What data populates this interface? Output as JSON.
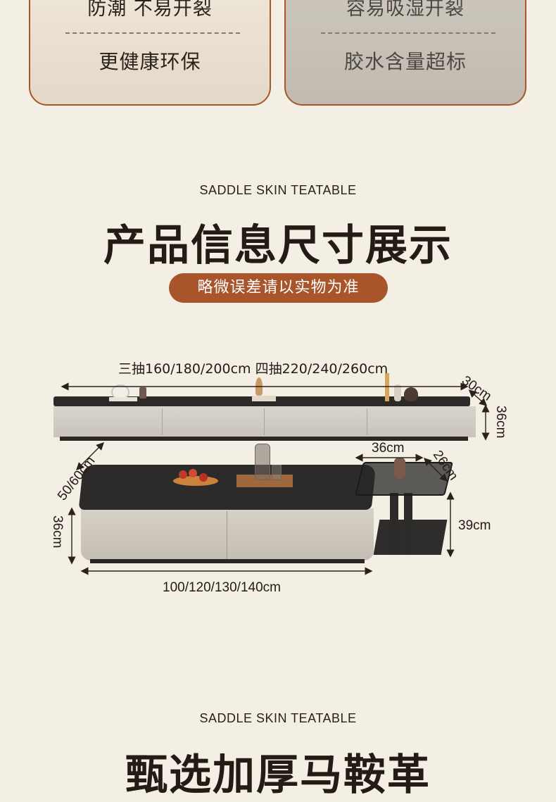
{
  "cards": [
    {
      "line1": "防潮 不易开裂",
      "line2": "更健康环保"
    },
    {
      "line1": "容易吸湿开裂",
      "line2": "胶水含量超标"
    }
  ],
  "section1": {
    "eyebrow": "SADDLE SKIN TEATABLE",
    "title": "产品信息尺寸展示",
    "note": "略微误差请以实物为准"
  },
  "dimensions": {
    "tv_width": "三抽160/180/200cm  四抽220/240/260cm",
    "tv_depth": "30cm",
    "tv_height": "36cm",
    "coffee_depth": "50/60cm",
    "coffee_height": "36cm",
    "coffee_width": "100/120/130/140cm",
    "side_width": "36cm",
    "side_depth": "26cm",
    "side_height": "39cm"
  },
  "section2": {
    "eyebrow": "SADDLE SKIN TEATABLE",
    "title": "甄选加厚马鞍革"
  }
}
